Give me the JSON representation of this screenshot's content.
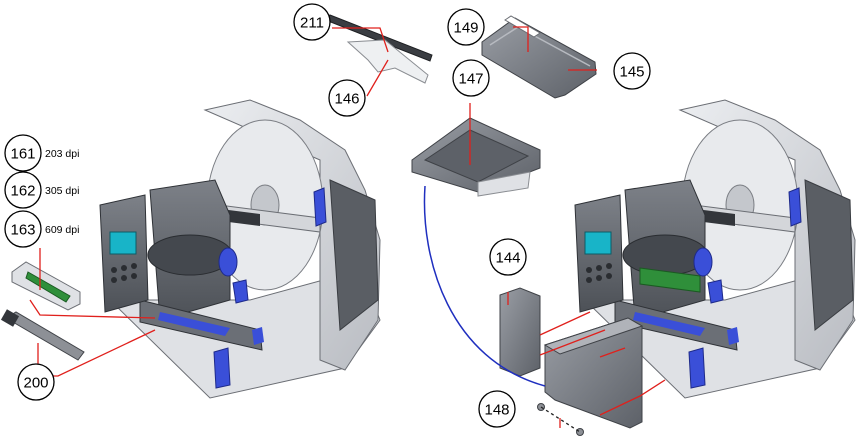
{
  "diagram": {
    "colors": {
      "leader_line": "#e0201c",
      "assembly_line": "#1f2fbf",
      "housing": "#c9cbcf",
      "housing_dark": "#8d9096",
      "accent_blue": "#3a4fd8",
      "display": "#3b3f46"
    },
    "callouts": {
      "p211": "211",
      "p149": "149",
      "p146": "146",
      "p147": "147",
      "p145": "145",
      "p161": "161",
      "p162": "162",
      "p163": "163",
      "p200": "200",
      "p144": "144",
      "p148": "148"
    },
    "resolution_notes": {
      "p161": "203 dpi",
      "p162": "305 dpi",
      "p163": "609 dpi"
    }
  }
}
